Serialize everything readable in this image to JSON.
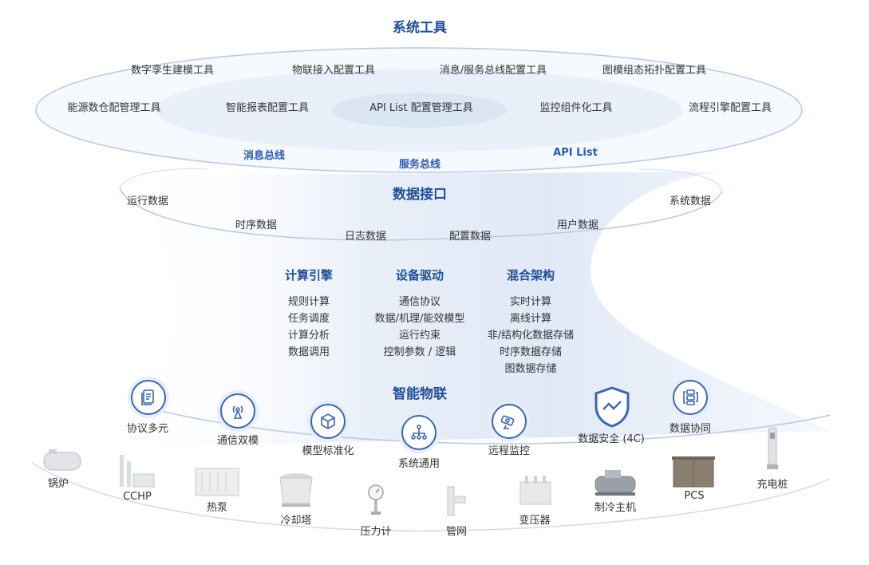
{
  "title": "系统工具",
  "tools_row1": [
    "数字孪生建模工具",
    "物联接入配置工具",
    "消息/服务总线配置工具",
    "图模组态拓扑配置工具"
  ],
  "tools_row2": [
    "能源数仓配管理工具",
    "智能报表配置工具",
    "API List 配置管理工具",
    "监控组件化工具",
    "流程引擎配置工具"
  ],
  "buses": [
    "消息总线",
    "服务总线",
    "API List"
  ],
  "data_interface": {
    "title": "数据接口",
    "items": [
      "运行数据",
      "时序数据",
      "日志数据",
      "配置数据",
      "用户数据",
      "系统数据"
    ]
  },
  "columns": [
    {
      "title": "计算引擎",
      "items": [
        "规则计算",
        "任务调度",
        "计算分析",
        "数据调用"
      ]
    },
    {
      "title": "设备驱动",
      "items": [
        "通信协议",
        "数据/机理/能效模型",
        "运行约束",
        "控制参数 / 逻辑"
      ]
    },
    {
      "title": "混合架构",
      "items": [
        "实时计算",
        "离线计算",
        "非/结构化数据存储",
        "时序数据存储",
        "图数据存储"
      ]
    }
  ],
  "iot": {
    "title": "智能物联",
    "features": [
      {
        "label": "协议多元",
        "icon": "document-stack-icon"
      },
      {
        "label": "通信双模",
        "icon": "antenna-icon"
      },
      {
        "label": "模型标准化",
        "icon": "cube-icon"
      },
      {
        "label": "系统通用",
        "icon": "network-tree-icon"
      },
      {
        "label": "远程监控",
        "icon": "camera-icon"
      },
      {
        "label": "数据安全 (4C)",
        "icon": "shield-icon"
      },
      {
        "label": "数据协同",
        "icon": "sync-flow-icon"
      }
    ]
  },
  "equipment": [
    "锅炉",
    "CCHP",
    "热泵",
    "冷却塔",
    "压力计",
    "管网",
    "变压器",
    "制冷主机",
    "PCS",
    "充电桩"
  ],
  "colors": {
    "title_blue": "#1f4e9c",
    "accent_blue": "#3a66b5",
    "funnel_light": "#e8eff9"
  }
}
